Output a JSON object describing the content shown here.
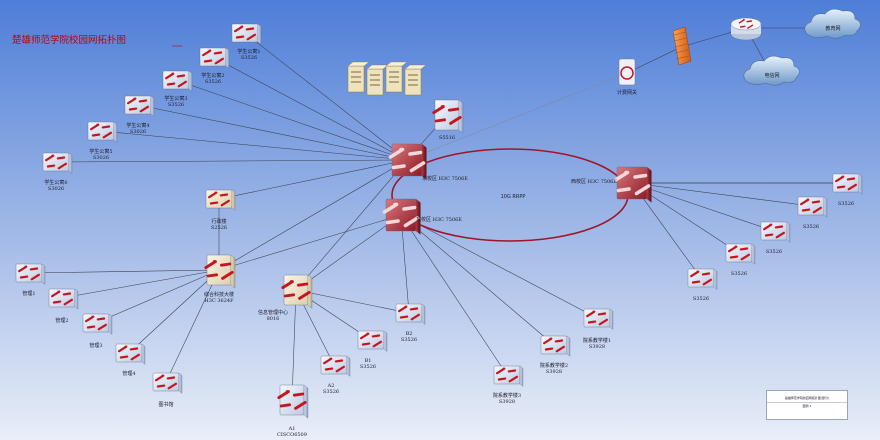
{
  "title": "楚雄师范学院校园网拓扑图",
  "ring_label": "10G RRPP",
  "legend": {
    "line1": "楚雄师范学院校园网拓扑图(部分)",
    "line2": "图例 1"
  },
  "colors": {
    "background_top": "#4e7ed8",
    "background_bottom": "#e9eef8",
    "link": "#3a3f4f",
    "ring": "#a0142a",
    "red_accent": "#c00000"
  },
  "nodes": [
    {
      "id": "core_east",
      "kind": "core",
      "label": "东校区 H3C 7506E"
    },
    {
      "id": "core_east2",
      "kind": "core",
      "label": "东校区 H3C 7506E"
    },
    {
      "id": "core_west",
      "kind": "core",
      "label": "西校区 H3C 7506E"
    },
    {
      "id": "s5516",
      "kind": "l3",
      "label": "S5516"
    },
    {
      "id": "servers",
      "kind": "server",
      "label": ""
    },
    {
      "id": "dorm1",
      "kind": "switch",
      "label": "学生公寓1|S3526"
    },
    {
      "id": "dorm2",
      "kind": "switch",
      "label": "学生公寓2|S3526"
    },
    {
      "id": "dorm3",
      "kind": "switch",
      "label": "学生公寓3|S3526"
    },
    {
      "id": "dorm4",
      "kind": "switch",
      "label": "学生公寓4|S3026"
    },
    {
      "id": "dorm5",
      "kind": "switch",
      "label": "学生公寓5|S3026"
    },
    {
      "id": "dorm6",
      "kind": "switch",
      "label": "学生公寓6|S3026"
    },
    {
      "id": "admin",
      "kind": "switch_beige",
      "label": "行政楼|S2526"
    },
    {
      "id": "sci",
      "kind": "l3_beige",
      "label": "综合科技大楼|H3C 3624F"
    },
    {
      "id": "mgmt1",
      "kind": "switch",
      "label": "管理1"
    },
    {
      "id": "mgmt2",
      "kind": "switch",
      "label": "管理2"
    },
    {
      "id": "mgmt3",
      "kind": "switch",
      "label": "管理3"
    },
    {
      "id": "mgmt4",
      "kind": "switch",
      "label": "管理4"
    },
    {
      "id": "lib",
      "kind": "switch",
      "label": "图书馆"
    },
    {
      "id": "netcenter",
      "kind": "l3_beige",
      "label": "信息管理中心|8016"
    },
    {
      "id": "a1",
      "kind": "l3",
      "label": "A1|CISCO6509"
    },
    {
      "id": "a2",
      "kind": "switch",
      "label": "A2|S3526"
    },
    {
      "id": "b1",
      "kind": "switch",
      "label": "B1|S3526"
    },
    {
      "id": "b2",
      "kind": "switch",
      "label": "B2|S3526"
    },
    {
      "id": "teach3",
      "kind": "switch",
      "label": "院系教学楼3|S3928"
    },
    {
      "id": "teach2",
      "kind": "switch",
      "label": "院系教学楼2|S3928"
    },
    {
      "id": "teach1",
      "kind": "switch",
      "label": "院系教学楼1|S3928"
    },
    {
      "id": "w1",
      "kind": "switch",
      "label": "S3526"
    },
    {
      "id": "w2",
      "kind": "switch",
      "label": "S3526"
    },
    {
      "id": "w3",
      "kind": "switch",
      "label": "S3526"
    },
    {
      "id": "w4",
      "kind": "switch",
      "label": "S3526"
    },
    {
      "id": "w5",
      "kind": "switch",
      "label": "S3526"
    },
    {
      "id": "w6",
      "kind": "switch",
      "label": "S3526"
    },
    {
      "id": "billing",
      "kind": "billing",
      "label": "计费网关"
    },
    {
      "id": "firewall",
      "kind": "firewall",
      "label": ""
    },
    {
      "id": "router",
      "kind": "router",
      "label": ""
    },
    {
      "id": "cloud1",
      "kind": "cloud",
      "label": "教育网"
    },
    {
      "id": "cloud2",
      "kind": "cloud",
      "label": "电信网"
    }
  ],
  "links": [
    [
      "core_east",
      "dorm1"
    ],
    [
      "core_east",
      "dorm2"
    ],
    [
      "core_east",
      "dorm3"
    ],
    [
      "core_east",
      "dorm4"
    ],
    [
      "core_east",
      "dorm5"
    ],
    [
      "core_east",
      "dorm6"
    ],
    [
      "core_east",
      "s5516"
    ],
    [
      "core_east",
      "admin"
    ],
    [
      "core_east",
      "sci"
    ],
    [
      "core_east",
      "netcenter"
    ],
    [
      "core_east2",
      "sci"
    ],
    [
      "core_east2",
      "netcenter"
    ],
    [
      "core_east2",
      "b2"
    ],
    [
      "core_east2",
      "teach3"
    ],
    [
      "core_east2",
      "teach2"
    ],
    [
      "core_east2",
      "teach1"
    ],
    [
      "core_east",
      "billing"
    ],
    [
      "billing",
      "firewall"
    ],
    [
      "firewall",
      "router"
    ],
    [
      "router",
      "cloud1"
    ],
    [
      "router",
      "cloud2"
    ],
    [
      "sci",
      "mgmt1"
    ],
    [
      "sci",
      "mgmt2"
    ],
    [
      "sci",
      "mgmt3"
    ],
    [
      "sci",
      "mgmt4"
    ],
    [
      "sci",
      "lib"
    ],
    [
      "sci",
      "admin"
    ],
    [
      "netcenter",
      "a1"
    ],
    [
      "netcenter",
      "a2"
    ],
    [
      "netcenter",
      "b1"
    ],
    [
      "netcenter",
      "b2"
    ],
    [
      "core_west",
      "w1"
    ],
    [
      "core_west",
      "w2"
    ],
    [
      "core_west",
      "w3"
    ],
    [
      "core_west",
      "w4"
    ],
    [
      "core_west",
      "w5"
    ],
    [
      "core_west",
      "w6"
    ]
  ]
}
